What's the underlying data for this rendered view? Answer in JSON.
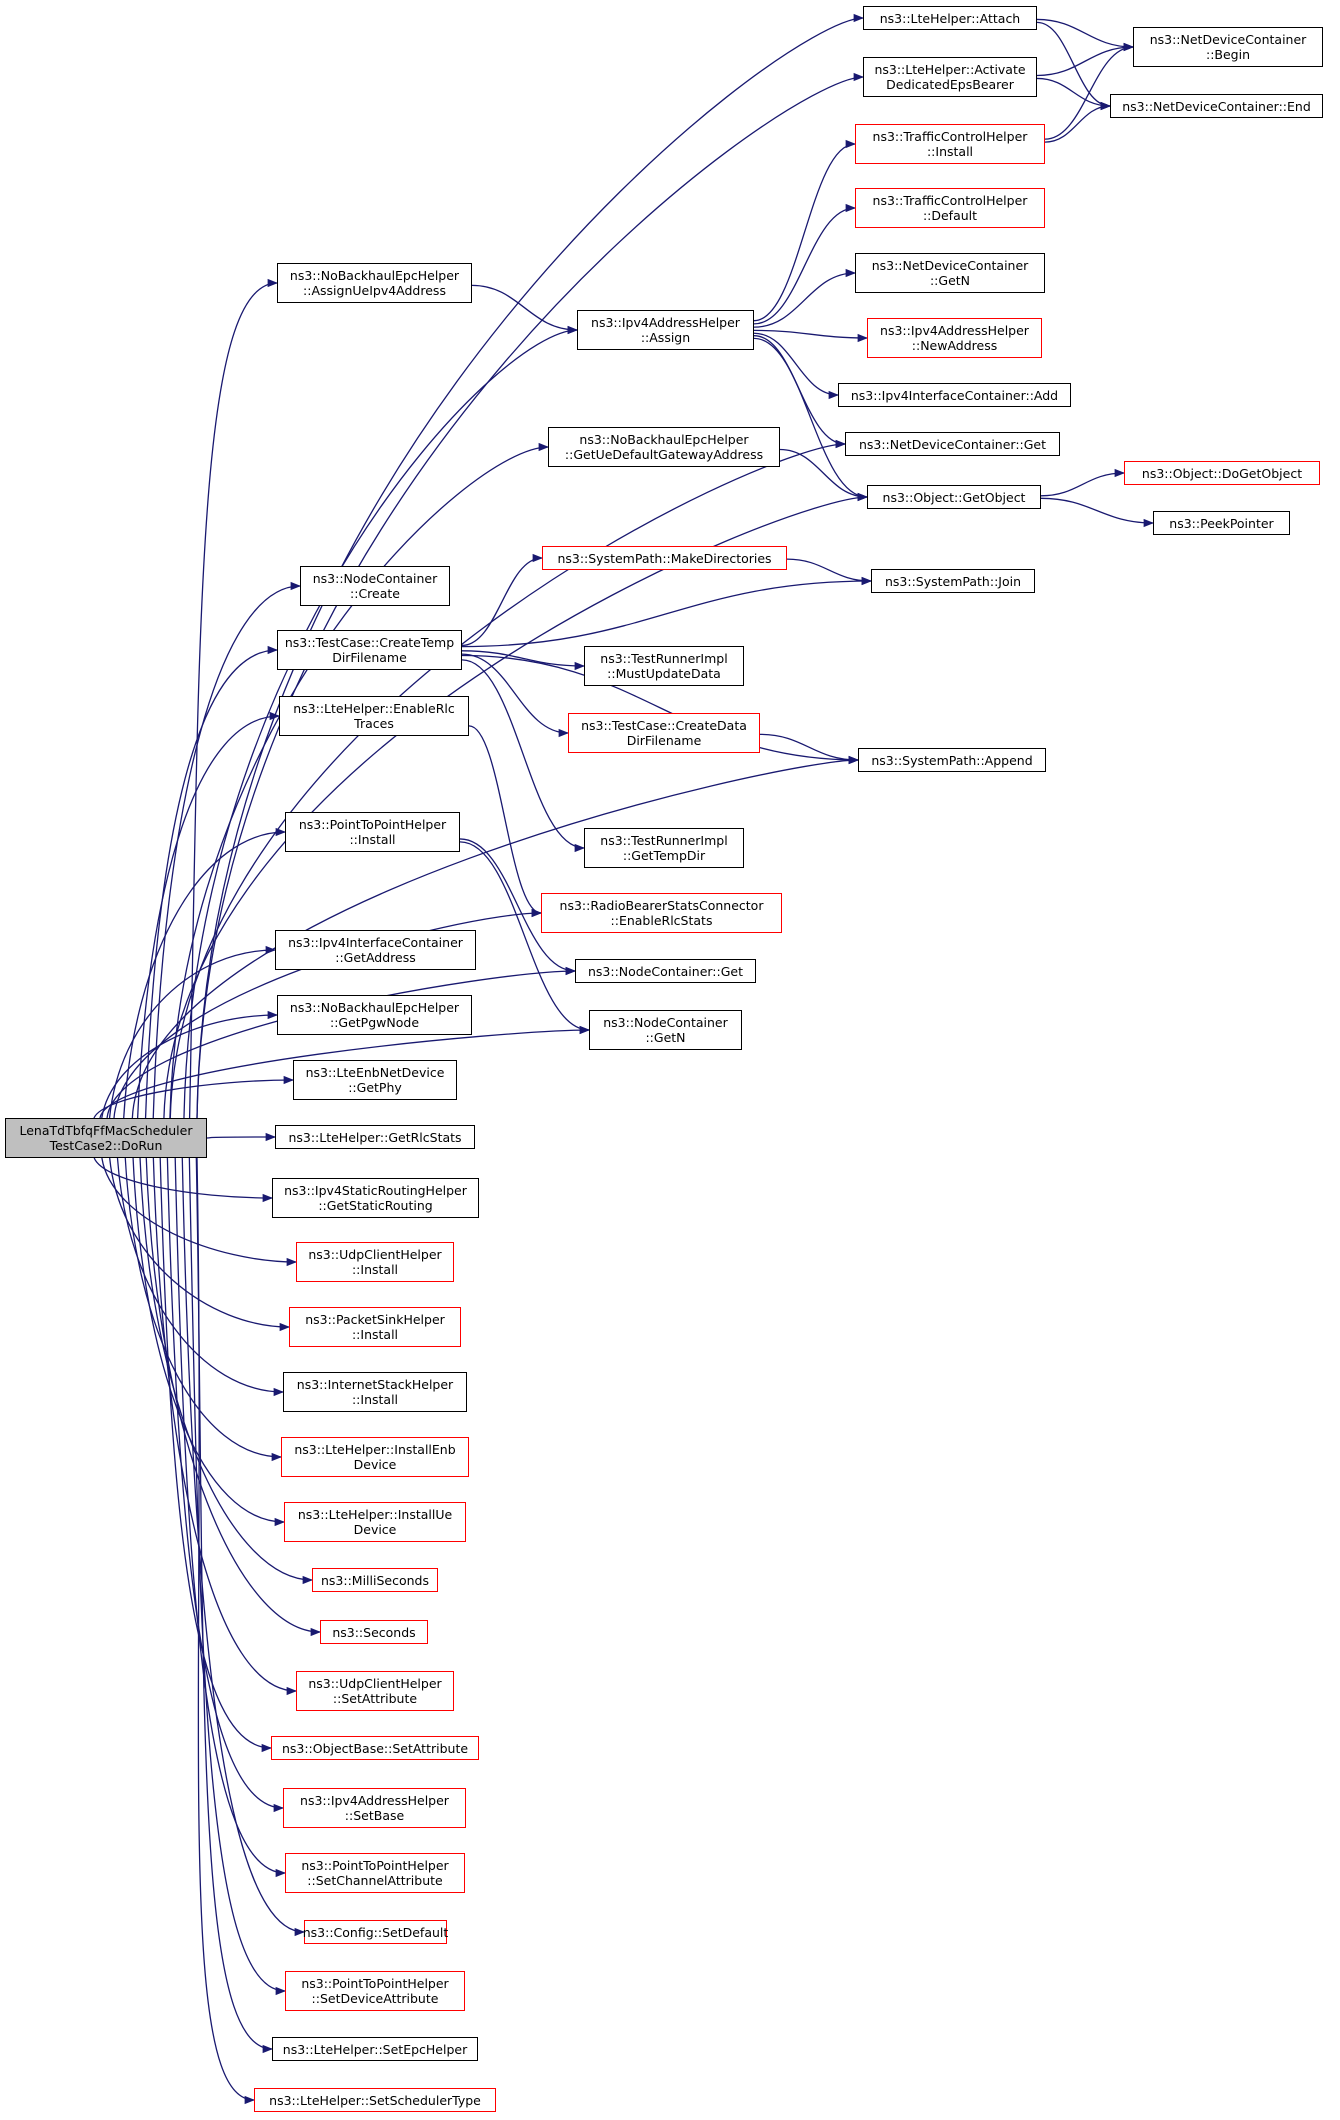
{
  "colors": {
    "edge": "#191970",
    "border_default": "#000000",
    "border_red": "#ff0000",
    "root_fill": "#bfbfbf"
  },
  "nodes": [
    {
      "id": "root",
      "lines": [
        "LenaTdTbfqFfMacScheduler",
        "TestCase2::DoRun"
      ]
    },
    {
      "id": "lte_attach",
      "lines": [
        "ns3::LteHelper::Attach"
      ]
    },
    {
      "id": "lte_activate",
      "lines": [
        "ns3::LteHelper::Activate",
        "DedicatedEpsBearer"
      ]
    },
    {
      "id": "ndc_begin",
      "lines": [
        "ns3::NetDeviceContainer",
        "::Begin"
      ]
    },
    {
      "id": "ndc_end",
      "lines": [
        "ns3::NetDeviceContainer::End"
      ]
    },
    {
      "id": "tch_install",
      "lines": [
        "ns3::TrafficControlHelper",
        "::Install"
      ]
    },
    {
      "id": "tch_default",
      "lines": [
        "ns3::TrafficControlHelper",
        "::Default"
      ]
    },
    {
      "id": "ndc_getn",
      "lines": [
        "ns3::NetDeviceContainer",
        "::GetN"
      ]
    },
    {
      "id": "nbe_assignue",
      "lines": [
        "ns3::NoBackhaulEpcHelper",
        "::AssignUeIpv4Address"
      ]
    },
    {
      "id": "ipv4ah_assign",
      "lines": [
        "ns3::Ipv4AddressHelper",
        "::Assign"
      ]
    },
    {
      "id": "ipv4ah_newaddr",
      "lines": [
        "ns3::Ipv4AddressHelper",
        "::NewAddress"
      ]
    },
    {
      "id": "ipv4ic_add",
      "lines": [
        "ns3::Ipv4InterfaceContainer::Add"
      ]
    },
    {
      "id": "ndc_get",
      "lines": [
        "ns3::NetDeviceContainer::Get"
      ]
    },
    {
      "id": "nbe_getuegw",
      "lines": [
        "ns3::NoBackhaulEpcHelper",
        "::GetUeDefaultGatewayAddress"
      ]
    },
    {
      "id": "obj_getobject",
      "lines": [
        "ns3::Object::GetObject"
      ]
    },
    {
      "id": "obj_dogetobject",
      "lines": [
        "ns3::Object::DoGetObject"
      ]
    },
    {
      "id": "peekpointer",
      "lines": [
        "ns3::PeekPointer"
      ]
    },
    {
      "id": "nc_create",
      "lines": [
        "ns3::NodeContainer",
        "::Create"
      ]
    },
    {
      "id": "sp_makedirs",
      "lines": [
        "ns3::SystemPath::MakeDirectories"
      ]
    },
    {
      "id": "sp_join",
      "lines": [
        "ns3::SystemPath::Join"
      ]
    },
    {
      "id": "tc_createtemp",
      "lines": [
        "ns3::TestCase::CreateTemp",
        "DirFilename"
      ]
    },
    {
      "id": "tri_mustupdate",
      "lines": [
        "ns3::TestRunnerImpl",
        "::MustUpdateData"
      ]
    },
    {
      "id": "lte_enablerlc",
      "lines": [
        "ns3::LteHelper::EnableRlc",
        "Traces"
      ]
    },
    {
      "id": "tc_createdata",
      "lines": [
        "ns3::TestCase::CreateData",
        "DirFilename"
      ]
    },
    {
      "id": "sp_append",
      "lines": [
        "ns3::SystemPath::Append"
      ]
    },
    {
      "id": "p2p_install",
      "lines": [
        "ns3::PointToPointHelper",
        "::Install"
      ]
    },
    {
      "id": "tri_gettempdir",
      "lines": [
        "ns3::TestRunnerImpl",
        "::GetTempDir"
      ]
    },
    {
      "id": "rbsc_enablerlc",
      "lines": [
        "ns3::RadioBearerStatsConnector",
        "::EnableRlcStats"
      ]
    },
    {
      "id": "nc_get",
      "lines": [
        "ns3::NodeContainer::Get"
      ]
    },
    {
      "id": "ipv4ic_getaddr",
      "lines": [
        "ns3::Ipv4InterfaceContainer",
        "::GetAddress"
      ]
    },
    {
      "id": "nc_getn",
      "lines": [
        "ns3::NodeContainer",
        "::GetN"
      ]
    },
    {
      "id": "nbe_getpgw",
      "lines": [
        "ns3::NoBackhaulEpcHelper",
        "::GetPgwNode"
      ]
    },
    {
      "id": "lteenb_getphy",
      "lines": [
        "ns3::LteEnbNetDevice",
        "::GetPhy"
      ]
    },
    {
      "id": "lte_getrlcstats",
      "lines": [
        "ns3::LteHelper::GetRlcStats"
      ]
    },
    {
      "id": "ipv4srh_getstatic",
      "lines": [
        "ns3::Ipv4StaticRoutingHelper",
        "::GetStaticRouting"
      ]
    },
    {
      "id": "udpch_install",
      "lines": [
        "ns3::UdpClientHelper",
        "::Install"
      ]
    },
    {
      "id": "psh_install",
      "lines": [
        "ns3::PacketSinkHelper",
        "::Install"
      ]
    },
    {
      "id": "ish_install",
      "lines": [
        "ns3::InternetStackHelper",
        "::Install"
      ]
    },
    {
      "id": "lte_installenb",
      "lines": [
        "ns3::LteHelper::InstallEnb",
        "Device"
      ]
    },
    {
      "id": "lte_installue",
      "lines": [
        "ns3::LteHelper::InstallUe",
        "Device"
      ]
    },
    {
      "id": "milliseconds",
      "lines": [
        "ns3::MilliSeconds"
      ]
    },
    {
      "id": "seconds",
      "lines": [
        "ns3::Seconds"
      ]
    },
    {
      "id": "udpch_setattr",
      "lines": [
        "ns3::UdpClientHelper",
        "::SetAttribute"
      ]
    },
    {
      "id": "objbase_setattr",
      "lines": [
        "ns3::ObjectBase::SetAttribute"
      ]
    },
    {
      "id": "ipv4ah_setbase",
      "lines": [
        "ns3::Ipv4AddressHelper",
        "::SetBase"
      ]
    },
    {
      "id": "p2p_setchannel",
      "lines": [
        "ns3::PointToPointHelper",
        "::SetChannelAttribute"
      ]
    },
    {
      "id": "config_setdefault",
      "lines": [
        "ns3::Config::SetDefault"
      ]
    },
    {
      "id": "p2p_setdevice",
      "lines": [
        "ns3::PointToPointHelper",
        "::SetDeviceAttribute"
      ]
    },
    {
      "id": "lte_setepc",
      "lines": [
        "ns3::LteHelper::SetEpcHelper"
      ]
    },
    {
      "id": "lte_setsched",
      "lines": [
        "ns3::LteHelper::SetSchedulerType"
      ]
    }
  ],
  "edges": [
    [
      "root",
      "lte_attach"
    ],
    [
      "root",
      "lte_activate"
    ],
    [
      "root",
      "nbe_assignue"
    ],
    [
      "root",
      "ipv4ah_assign"
    ],
    [
      "root",
      "ndc_get"
    ],
    [
      "root",
      "nbe_getuegw"
    ],
    [
      "root",
      "obj_getobject"
    ],
    [
      "root",
      "nc_create"
    ],
    [
      "root",
      "tc_createtemp"
    ],
    [
      "root",
      "lte_enablerlc"
    ],
    [
      "root",
      "sp_append"
    ],
    [
      "root",
      "p2p_install"
    ],
    [
      "root",
      "nc_getn"
    ],
    [
      "root",
      "ipv4ic_getaddr"
    ],
    [
      "root",
      "nbe_getpgw"
    ],
    [
      "root",
      "lteenb_getphy"
    ],
    [
      "root",
      "lte_getrlcstats"
    ],
    [
      "root",
      "ipv4srh_getstatic"
    ],
    [
      "root",
      "udpch_install"
    ],
    [
      "root",
      "psh_install"
    ],
    [
      "root",
      "ish_install"
    ],
    [
      "root",
      "lte_installenb"
    ],
    [
      "root",
      "lte_installue"
    ],
    [
      "root",
      "milliseconds"
    ],
    [
      "root",
      "seconds"
    ],
    [
      "root",
      "udpch_setattr"
    ],
    [
      "root",
      "objbase_setattr"
    ],
    [
      "root",
      "ipv4ah_setbase"
    ],
    [
      "root",
      "p2p_setchannel"
    ],
    [
      "root",
      "config_setdefault"
    ],
    [
      "root",
      "p2p_setdevice"
    ],
    [
      "root",
      "lte_setepc"
    ],
    [
      "root",
      "lte_setsched"
    ],
    [
      "lte_attach",
      "ndc_begin"
    ],
    [
      "lte_attach",
      "ndc_end"
    ],
    [
      "lte_activate",
      "ndc_begin"
    ],
    [
      "lte_activate",
      "ndc_end"
    ],
    [
      "tch_install",
      "ndc_begin"
    ],
    [
      "tch_install",
      "ndc_end"
    ],
    [
      "nbe_assignue",
      "ipv4ah_assign"
    ],
    [
      "ipv4ah_assign",
      "tch_install"
    ],
    [
      "ipv4ah_assign",
      "tch_default"
    ],
    [
      "ipv4ah_assign",
      "ndc_getn"
    ],
    [
      "ipv4ah_assign",
      "ipv4ah_newaddr"
    ],
    [
      "ipv4ah_assign",
      "ipv4ic_add"
    ],
    [
      "ipv4ah_assign",
      "ndc_get"
    ],
    [
      "ipv4ah_assign",
      "obj_getobject"
    ],
    [
      "nbe_getuegw",
      "obj_getobject"
    ],
    [
      "obj_getobject",
      "obj_dogetobject"
    ],
    [
      "obj_getobject",
      "peekpointer"
    ],
    [
      "tc_createtemp",
      "sp_makedirs"
    ],
    [
      "tc_createtemp",
      "sp_join"
    ],
    [
      "tc_createtemp",
      "tri_mustupdate"
    ],
    [
      "tc_createtemp",
      "tc_createdata"
    ],
    [
      "tc_createtemp",
      "sp_append"
    ],
    [
      "tc_createtemp",
      "tri_gettempdir"
    ],
    [
      "sp_makedirs",
      "sp_join"
    ],
    [
      "tc_createdata",
      "sp_append"
    ],
    [
      "lte_enablerlc",
      "rbsc_enablerlc"
    ],
    [
      "p2p_install",
      "nc_get"
    ],
    [
      "p2p_install",
      "nc_getn"
    ],
    [
      "root",
      "rbsc_enablerlc"
    ],
    [
      "root",
      "nc_get"
    ]
  ]
}
